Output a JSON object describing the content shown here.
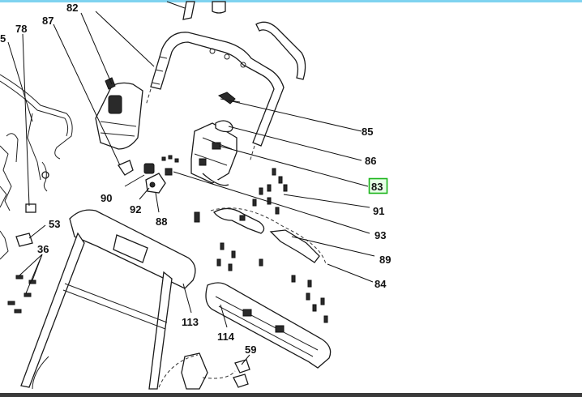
{
  "callouts": {
    "c5": "5",
    "c78": "78",
    "c87": "87",
    "c82": "82",
    "c85": "85",
    "c86": "86",
    "c83": "83",
    "c91": "91",
    "c93": "93",
    "c89": "89",
    "c84": "84",
    "c90": "90",
    "c92": "92",
    "c88": "88",
    "c53": "53",
    "c36": "36",
    "c113": "113",
    "c114": "114",
    "c59": "59"
  },
  "selected_callout": "83",
  "colors": {
    "highlight_border": "#19b419",
    "highlight_fill": "#e6ffe6",
    "top_bar": "#7fd3f0",
    "bottom_bar": "#3a3a3a"
  }
}
